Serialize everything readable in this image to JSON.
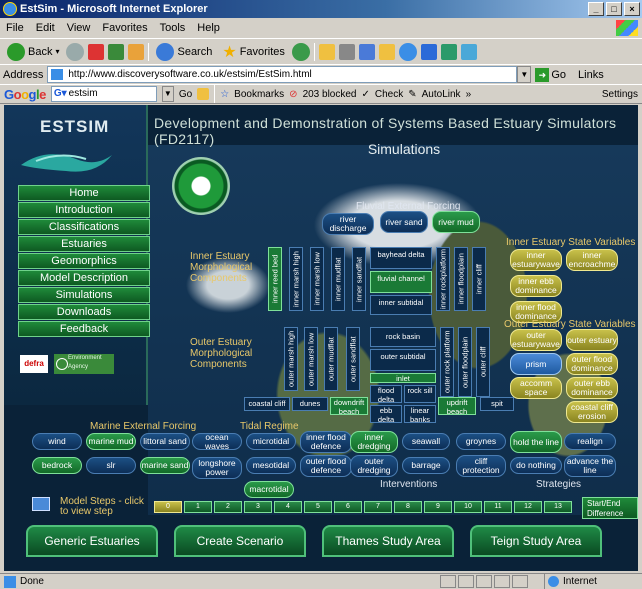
{
  "window": {
    "title": "EstSim - Microsoft Internet Explorer"
  },
  "menu": [
    "File",
    "Edit",
    "View",
    "Favorites",
    "Tools",
    "Help"
  ],
  "toolbar": {
    "back": "Back",
    "search": "Search",
    "favorites": "Favorites"
  },
  "address": {
    "label": "Address",
    "url": "http://www.discoverysoftware.co.uk/estsim/EstSim.html",
    "go": "Go",
    "links": "Links"
  },
  "google": {
    "logo": "Google",
    "query": "estsim",
    "go": "Go",
    "bookmarks": "Bookmarks",
    "blocked": "203 blocked",
    "check": "Check",
    "autolink": "AutoLink",
    "settings": "Settings"
  },
  "page": {
    "brand": "ESTSIM",
    "header": "Development and Demonstration of Systems Based Estuary Simulators (FD2117)",
    "subheader": "Simulations",
    "nav": [
      "Home",
      "Introduction",
      "Classifications",
      "Estuaries",
      "Geomorphics",
      "Model Description",
      "Simulations",
      "Downloads",
      "Feedback"
    ],
    "logos": {
      "defra": "defra",
      "ea": "Environment Agency"
    },
    "fluvial": {
      "title": "Fluvial External Forcing",
      "items": [
        "river discharge",
        "river sand",
        "river mud"
      ]
    },
    "inner_morph": {
      "title": "Inner Estuary Morphological Components",
      "vertical": [
        "inner reed bed",
        "inner marsh high",
        "inner marsh low",
        "inner mudflat",
        "inner sandflat"
      ],
      "center": [
        "bayhead delta",
        "fluvial channel",
        "inner subtidal"
      ],
      "right": [
        "inner rockplatform",
        "inner floodplain",
        "inner cliff"
      ]
    },
    "inner_state": {
      "title": "Inner Estuary State Variables",
      "items": [
        "inner estuarywave",
        "inner encroachme",
        "inner ebb dominance",
        "inner flood dominance"
      ]
    },
    "outer_morph": {
      "title": "Outer Estuary Morphological Components",
      "vertical": [
        "outer marsh high",
        "outer marsh low",
        "outer mudflat",
        "outer sandflat"
      ],
      "center": [
        "rock basin",
        "outer subtidal",
        "inlet",
        "flood delta",
        "rock sill",
        "ebb delta",
        "linear banks"
      ],
      "right": [
        "outer rock platform",
        "outer floodplain",
        "outer cliff"
      ],
      "bottom": [
        "coastal cliff",
        "dunes",
        "downdrift beach",
        "updrift beach",
        "spit"
      ]
    },
    "outer_state": {
      "title": "Outer Estuary State Variables",
      "items": [
        "outer estuarywave",
        "outer estuary",
        "prism",
        "outer flood dominance",
        "accomm space",
        "outer ebb dominance",
        "coastal cliff erosion"
      ]
    },
    "marine": {
      "title": "Marine External Forcing",
      "items": [
        "wind",
        "marine mud",
        "littoral sand",
        "bedrock",
        "slr",
        "marine sand"
      ]
    },
    "tidal": {
      "title": "Tidal Regime",
      "items": [
        "ocean waves",
        "microtidal",
        "longshore power",
        "mesotidal",
        "macrotidal"
      ]
    },
    "interventions": {
      "title": "Interventions",
      "items": [
        "inner flood defence",
        "inner dredging",
        "seawall",
        "outer flood defence",
        "outer dredging",
        "barrage",
        "groynes",
        "cliff protection"
      ]
    },
    "strategies": {
      "title": "Strategies",
      "items": [
        "hold the line",
        "realign",
        "do nothing",
        "advance the line"
      ]
    },
    "steps": {
      "label": "Model Steps - click to view step",
      "numbers": [
        "0",
        "1",
        "2",
        "3",
        "4",
        "5",
        "6",
        "7",
        "8",
        "9",
        "10",
        "11",
        "12",
        "13"
      ],
      "start": "Start/End Difference"
    },
    "tabs": [
      "Generic Estuaries",
      "Create Scenario",
      "Thames Study Area",
      "Teign Study Area"
    ]
  },
  "status": {
    "text": "Done",
    "zone": "Internet"
  }
}
